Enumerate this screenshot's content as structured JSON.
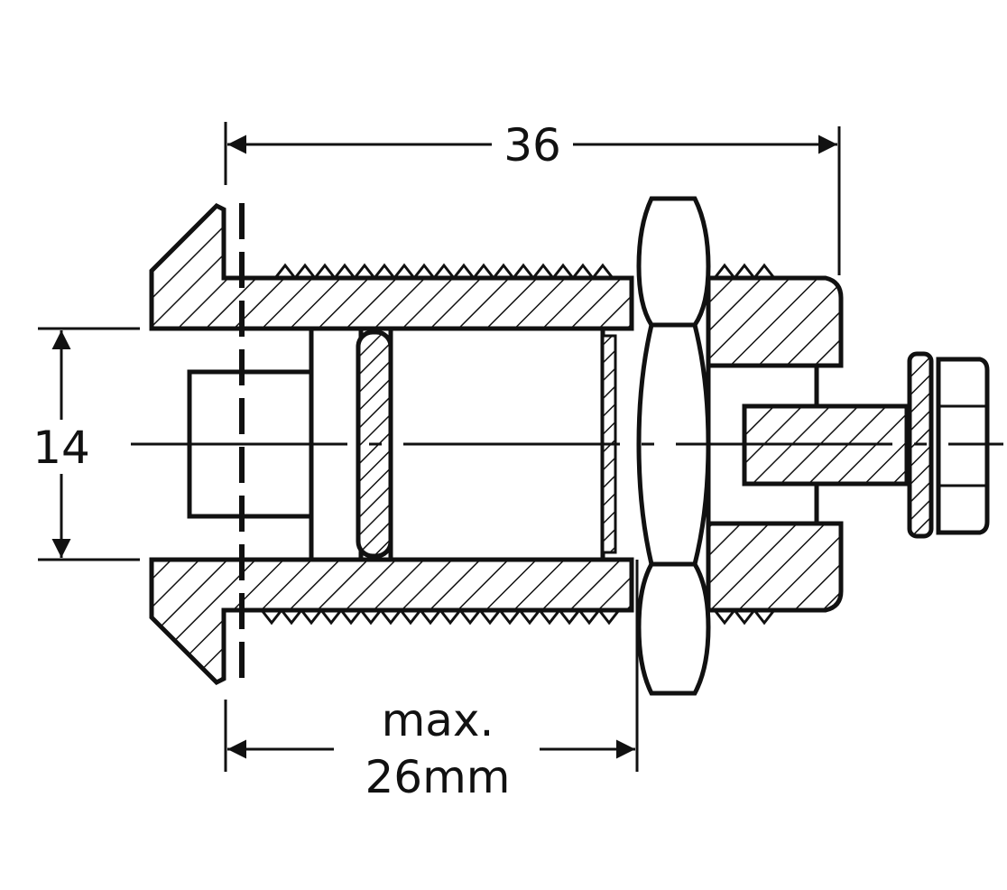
{
  "drawing": {
    "dim_length": "36",
    "dim_diameter": "14",
    "dim_panel_line1": "max.",
    "dim_panel_line2": "26mm"
  },
  "colors": {
    "line": "#111111",
    "background": "#ffffff"
  }
}
